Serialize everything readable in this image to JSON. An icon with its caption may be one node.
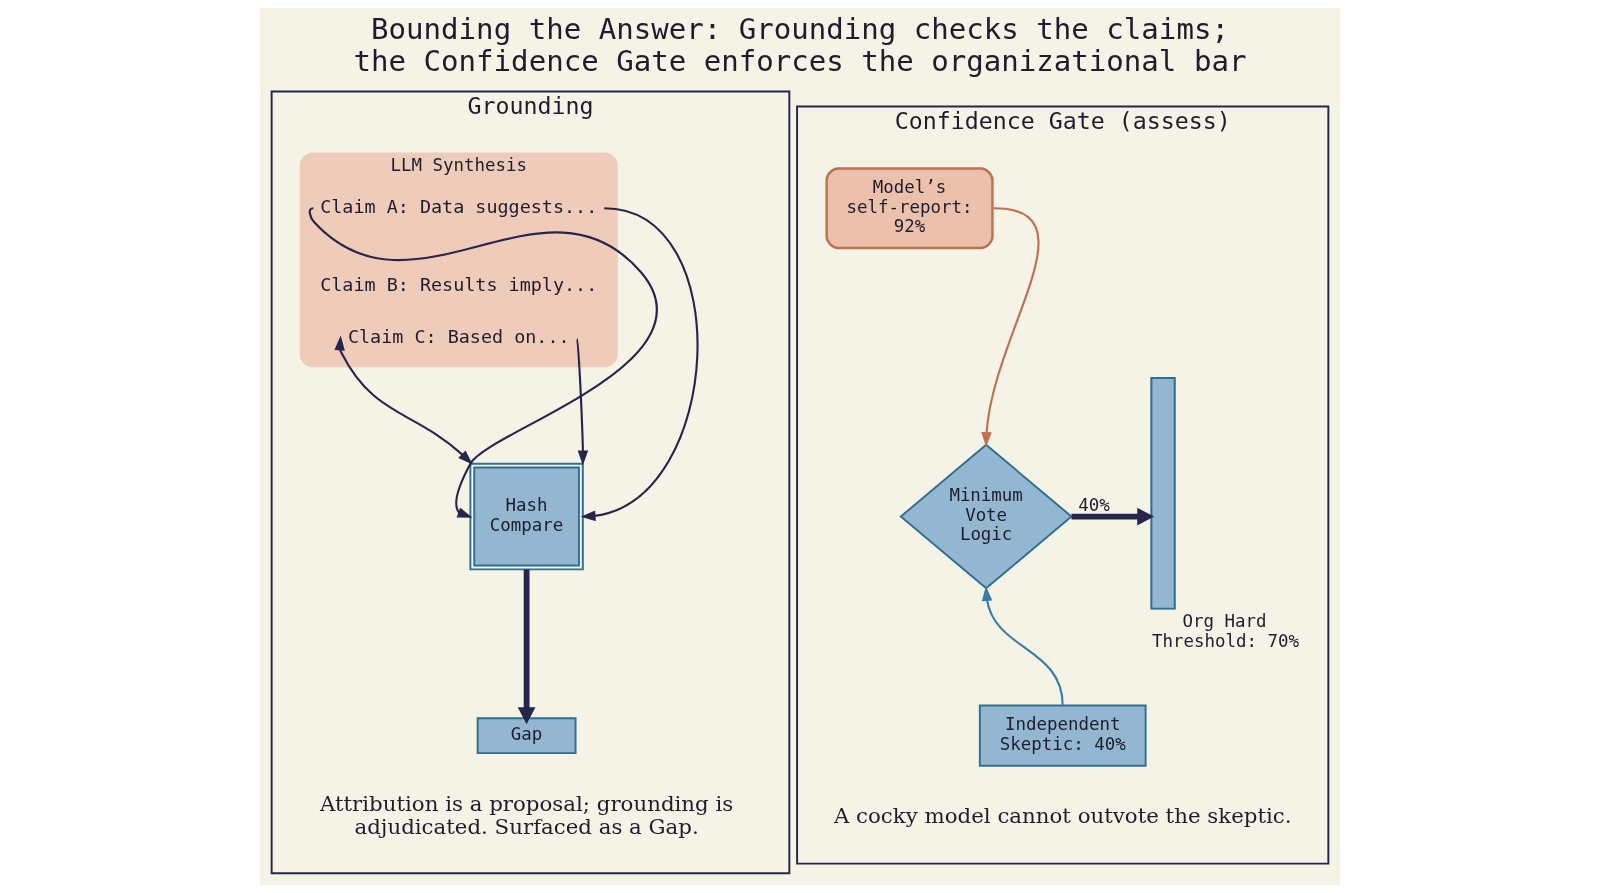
{
  "diagram": {
    "title": "Bounding the Answer: Grounding checks the claims; the Confidence Gate enforces the organizational bar",
    "nodes": [
      {
        "text": [
          "Grounding"
        ]
      },
      {
        "text": [
          "LLM Synthesis"
        ],
        "in": 0
      },
      {
        "text": [
          "Claim A: Data suggests..."
        ],
        "in": 1
      },
      {
        "text": [
          "Claim B: Results imply..."
        ],
        "in": 1
      },
      {
        "text": [
          "Claim C: Based on..."
        ],
        "in": 1
      },
      {
        "text": [
          "Hash Compare"
        ],
        "in": 0
      },
      {
        "text": [
          "Gap"
        ],
        "in": 0
      },
      {
        "text": [
          "Confidence Gate (assess)"
        ]
      },
      {
        "text": [
          "Model’s self-report: 92%"
        ],
        "in": 7
      },
      {
        "text": [
          "Minimum Vote Logic"
        ],
        "in": 7
      },
      {
        "text": [
          "Independent Skeptic: 40%"
        ],
        "in": 7
      },
      {
        "text": [
          "Org Hard Threshold: 70%"
        ],
        "in": 7
      }
    ],
    "edges": [
      {
        "from": 2,
        "to": 5,
        "arrow": "to"
      },
      {
        "from": 2,
        "to": 5,
        "arrow": "to"
      },
      {
        "from": 4,
        "to": 5,
        "arrow": "both"
      },
      {
        "from": 4,
        "to": 5,
        "arrow": "to"
      },
      {
        "from": 5,
        "to": 6,
        "arrow": "to",
        "style": "thick"
      },
      {
        "from": 8,
        "to": 9,
        "arrow": "to",
        "color": "#c0704f"
      },
      {
        "from": 10,
        "to": 9,
        "arrow": "to",
        "color": "#3a7ca5"
      },
      {
        "from": 9,
        "to": 11,
        "arrow": "to",
        "label": "40%",
        "style": "thick"
      }
    ],
    "labels": [
      "Attribution is a proposal; grounding is adjudicated. Surfaced as a Gap.",
      "A cocky model cannot outvote the skeptic."
    ]
  }
}
